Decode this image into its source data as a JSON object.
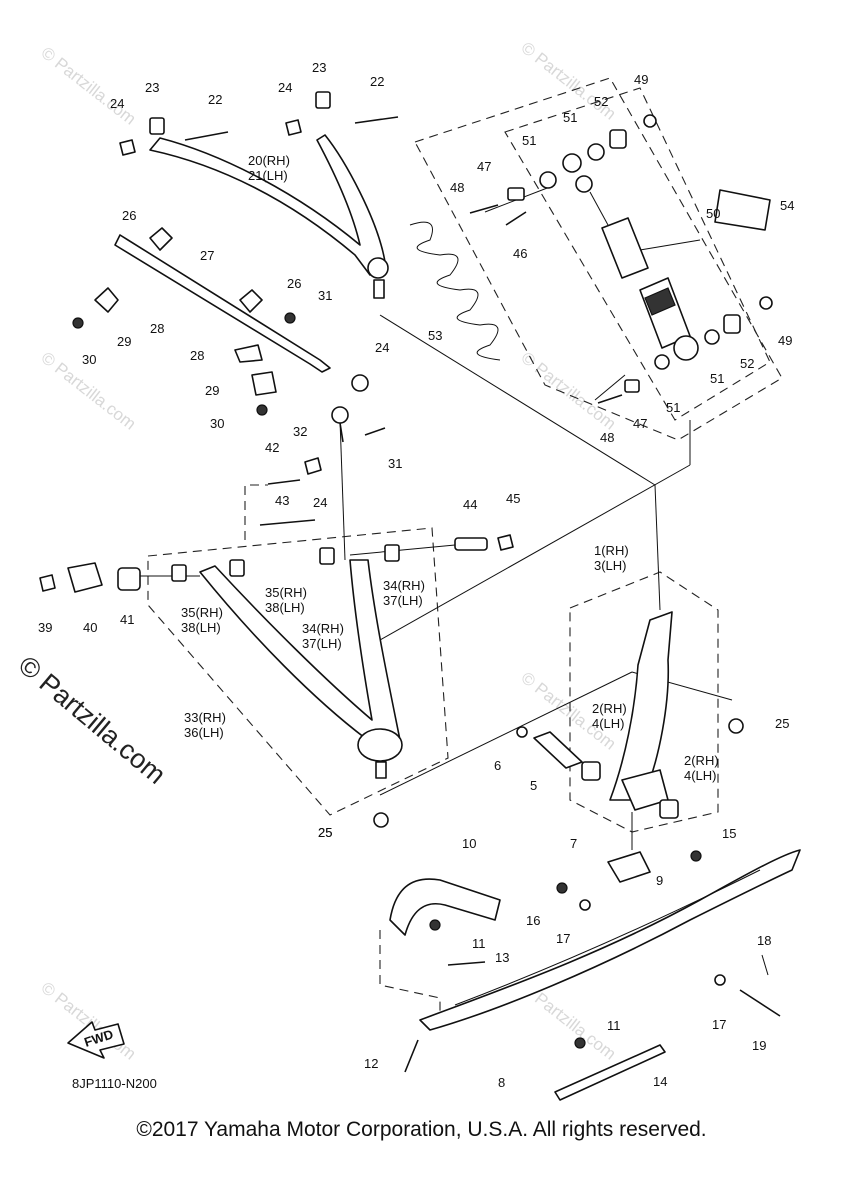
{
  "watermark": "© Partzilla.com",
  "side_watermark": "© Partzilla.com",
  "fwd_label": "FWD",
  "drawing_code": "8JP1110-N200",
  "copyright": "©2017 Yamaha Motor Corporation, U.S.A. All rights reserved.",
  "callouts": [
    {
      "id": "c24a",
      "text": "24"
    },
    {
      "id": "c23a",
      "text": "23"
    },
    {
      "id": "c22a",
      "text": "22"
    },
    {
      "id": "c24b",
      "text": "24"
    },
    {
      "id": "c23b",
      "text": "23"
    },
    {
      "id": "c22b",
      "text": "22"
    },
    {
      "id": "c20",
      "text": "20(RH)"
    },
    {
      "id": "c21",
      "text": "21(LH)"
    },
    {
      "id": "c26a",
      "text": "26"
    },
    {
      "id": "c27",
      "text": "27"
    },
    {
      "id": "c28a",
      "text": "28"
    },
    {
      "id": "c29a",
      "text": "29"
    },
    {
      "id": "c30a",
      "text": "30"
    },
    {
      "id": "c26b",
      "text": "26"
    },
    {
      "id": "c31a",
      "text": "31"
    },
    {
      "id": "c28b",
      "text": "28"
    },
    {
      "id": "c24c",
      "text": "24"
    },
    {
      "id": "c29b",
      "text": "29"
    },
    {
      "id": "c30b",
      "text": "30"
    },
    {
      "id": "c32",
      "text": "32"
    },
    {
      "id": "c31b",
      "text": "31"
    },
    {
      "id": "c42",
      "text": "42"
    },
    {
      "id": "c24d",
      "text": "24"
    },
    {
      "id": "c43",
      "text": "43"
    },
    {
      "id": "c44",
      "text": "44"
    },
    {
      "id": "c45",
      "text": "45"
    },
    {
      "id": "c35a",
      "text": "35(RH)"
    },
    {
      "id": "c38a",
      "text": "38(LH)"
    },
    {
      "id": "c34a",
      "text": "34(RH)"
    },
    {
      "id": "c37a",
      "text": "37(LH)"
    },
    {
      "id": "c39",
      "text": "39"
    },
    {
      "id": "c40",
      "text": "40"
    },
    {
      "id": "c41",
      "text": "41"
    },
    {
      "id": "c35b",
      "text": "35(RH)"
    },
    {
      "id": "c38b",
      "text": "38(LH)"
    },
    {
      "id": "c34b",
      "text": "34(RH)"
    },
    {
      "id": "c37b",
      "text": "37(LH)"
    },
    {
      "id": "c33",
      "text": "33(RH)"
    },
    {
      "id": "c36",
      "text": "36(LH)"
    },
    {
      "id": "c25a",
      "text": "25"
    },
    {
      "id": "c49a",
      "text": "49"
    },
    {
      "id": "c52a",
      "text": "52"
    },
    {
      "id": "c51a",
      "text": "51"
    },
    {
      "id": "c51b",
      "text": "51"
    },
    {
      "id": "c47a",
      "text": "47"
    },
    {
      "id": "c48a",
      "text": "48"
    },
    {
      "id": "c46",
      "text": "46"
    },
    {
      "id": "c50",
      "text": "50"
    },
    {
      "id": "c54",
      "text": "54"
    },
    {
      "id": "c53",
      "text": "53"
    },
    {
      "id": "c49b",
      "text": "49"
    },
    {
      "id": "c52b",
      "text": "52"
    },
    {
      "id": "c51c",
      "text": "51"
    },
    {
      "id": "c51d",
      "text": "51"
    },
    {
      "id": "c47b",
      "text": "47"
    },
    {
      "id": "c48b",
      "text": "48"
    },
    {
      "id": "c1",
      "text": "1(RH)"
    },
    {
      "id": "c3",
      "text": "3(LH)"
    },
    {
      "id": "c2a",
      "text": "2(RH)"
    },
    {
      "id": "c4a",
      "text": "4(LH)"
    },
    {
      "id": "c2b",
      "text": "2(RH)"
    },
    {
      "id": "c4b",
      "text": "4(LH)"
    },
    {
      "id": "c25b",
      "text": "25"
    },
    {
      "id": "c6",
      "text": "6"
    },
    {
      "id": "c5",
      "text": "5"
    },
    {
      "id": "c25c",
      "text": "25"
    },
    {
      "id": "c7",
      "text": "7"
    },
    {
      "id": "c15",
      "text": "15"
    },
    {
      "id": "c10",
      "text": "10"
    },
    {
      "id": "c9",
      "text": "9"
    },
    {
      "id": "c16",
      "text": "16"
    },
    {
      "id": "c17a",
      "text": "17"
    },
    {
      "id": "c11a",
      "text": "11"
    },
    {
      "id": "c13",
      "text": "13"
    },
    {
      "id": "c18",
      "text": "18"
    },
    {
      "id": "c17b",
      "text": "17"
    },
    {
      "id": "c19",
      "text": "19"
    },
    {
      "id": "c11b",
      "text": "11"
    },
    {
      "id": "c12",
      "text": "12"
    },
    {
      "id": "c8",
      "text": "8"
    },
    {
      "id": "c14",
      "text": "14"
    }
  ]
}
